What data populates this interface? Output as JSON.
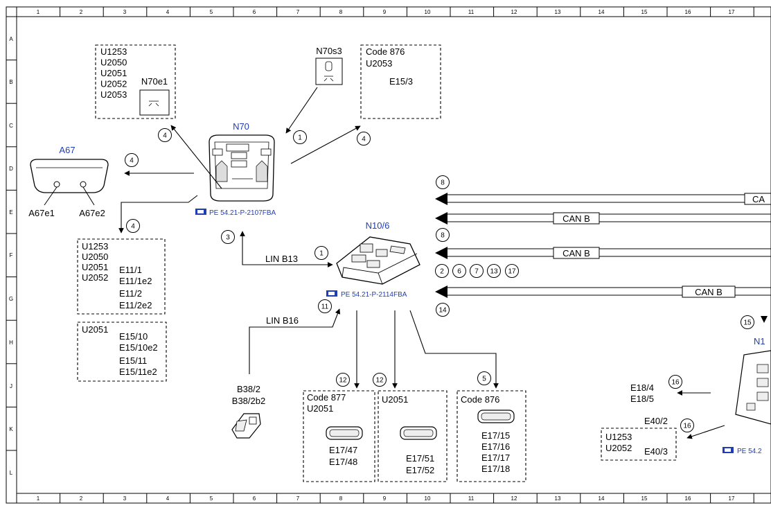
{
  "grid": {
    "columns": [
      "1",
      "2",
      "3",
      "4",
      "5",
      "6",
      "7",
      "8",
      "9",
      "10",
      "11",
      "12",
      "13",
      "14",
      "15",
      "16",
      "17"
    ],
    "rows": [
      "A",
      "B",
      "C",
      "D",
      "E",
      "F",
      "G",
      "H",
      "J",
      "K",
      "L"
    ]
  },
  "components": {
    "n70": {
      "label": "N70",
      "ref": "PE 54.21-P-2107FBA"
    },
    "n70s3": {
      "label": "N70s3"
    },
    "n70e1": {
      "label": "N70e1"
    },
    "a67": {
      "label": "A67",
      "e1": "A67e1",
      "e2": "A67e2"
    },
    "n10_6": {
      "label": "N10/6",
      "ref": "PE 54.21-P-2114FBA"
    },
    "b38": {
      "line1": "B38/2",
      "line2": "B38/2b2"
    },
    "n1x": {
      "label": "N1",
      "ref": "PE 54.2"
    }
  },
  "boxes": {
    "top_left": {
      "codes": [
        "U1253",
        "U2050",
        "U2051",
        "U2052",
        "U2053"
      ]
    },
    "top_mid": {
      "codes": [
        "Code 876",
        "U2053"
      ],
      "items": [
        "E15/3"
      ]
    },
    "left_1": {
      "codes": [
        "U1253",
        "U2050",
        "U2051",
        "U2052"
      ],
      "items": [
        "E11/1",
        "E11/1e2",
        "E11/2",
        "E11/2e2"
      ]
    },
    "left_2": {
      "codes": [
        "U2051"
      ],
      "items": [
        "E15/10",
        "E15/10e2",
        "E15/11",
        "E15/11e2"
      ]
    },
    "bottom_1": {
      "codes": [
        "Code 877",
        "U2051"
      ],
      "items": [
        "E17/47",
        "E17/48"
      ]
    },
    "bottom_2": {
      "codes": [
        "U2051"
      ],
      "items": [
        "E17/51",
        "E17/52"
      ]
    },
    "bottom_3": {
      "codes": [
        "Code 876"
      ],
      "items": [
        "E17/15",
        "E17/16",
        "E17/17",
        "E17/18"
      ]
    },
    "bottom_right": {
      "codes": [
        "U1253",
        "U2052"
      ],
      "items": [
        "E40/3"
      ],
      "title": "E40/2"
    },
    "e18": {
      "items": [
        "E18/4",
        "E18/5"
      ]
    }
  },
  "buses": {
    "lin_b13": "LIN B13",
    "lin_b16": "LIN B16",
    "can_1": "CA",
    "can_2": "CAN B",
    "can_3": "CAN B",
    "can_4": "CAN B"
  },
  "callouts": {
    "c_n70_left": "4",
    "c_n70s3": "1",
    "c_top_mid": "4",
    "c_a67": "4",
    "c_left": "4",
    "c_lin13_up": "3",
    "c_lin13": "1",
    "c_bus1": "8",
    "c_bus2": "8",
    "c_row_a": "2",
    "c_row_b": "6",
    "c_row_c": "7",
    "c_row_d": "13",
    "c_row_e": "17",
    "c_bus4": "14",
    "c_lin16": "11",
    "c_b1": "12",
    "c_b2": "12",
    "c_b3": "5",
    "c_n1x": "15",
    "c_e18": "16",
    "c_e40": "16"
  }
}
